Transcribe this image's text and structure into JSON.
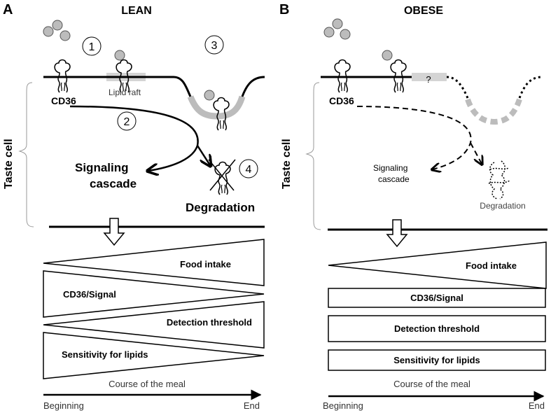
{
  "panels": {
    "lean": {
      "letter": "A",
      "title": "LEAN",
      "steps": [
        "1",
        "2",
        "3",
        "4"
      ],
      "labels": {
        "cd36": "CD36",
        "lipid_raft": "Lipid raft",
        "signaling_line1": "Signaling",
        "signaling_line2": "cascade",
        "degradation": "Degradation",
        "taste_cell": "Taste cell"
      },
      "bars": {
        "food_intake": "Food intake",
        "cd36_signal": "CD36/Signal",
        "detection_threshold": "Detection threshold",
        "sensitivity": "Sensitivity  for lipids"
      },
      "axis": {
        "label": "Course of the meal",
        "start": "Beginning",
        "end": "End"
      }
    },
    "obese": {
      "letter": "B",
      "title": "OBESE",
      "labels": {
        "cd36": "CD36",
        "question": "?",
        "signaling_line1": "Signaling",
        "signaling_line2": "cascade",
        "degradation": "Degradation",
        "taste_cell": "Taste cell"
      },
      "bars": {
        "food_intake": "Food intake",
        "cd36_signal": "CD36/Signal",
        "detection_threshold": "Detection threshold",
        "sensitivity": "Sensitivity for lipids"
      },
      "axis": {
        "label": "Course of the meal",
        "start": "Beginning",
        "end": "End"
      }
    }
  },
  "colors": {
    "line": "#000000",
    "lipid_gray": "#bcbcbc",
    "raft_gray": "#d4d4d4",
    "background": "#ffffff"
  }
}
